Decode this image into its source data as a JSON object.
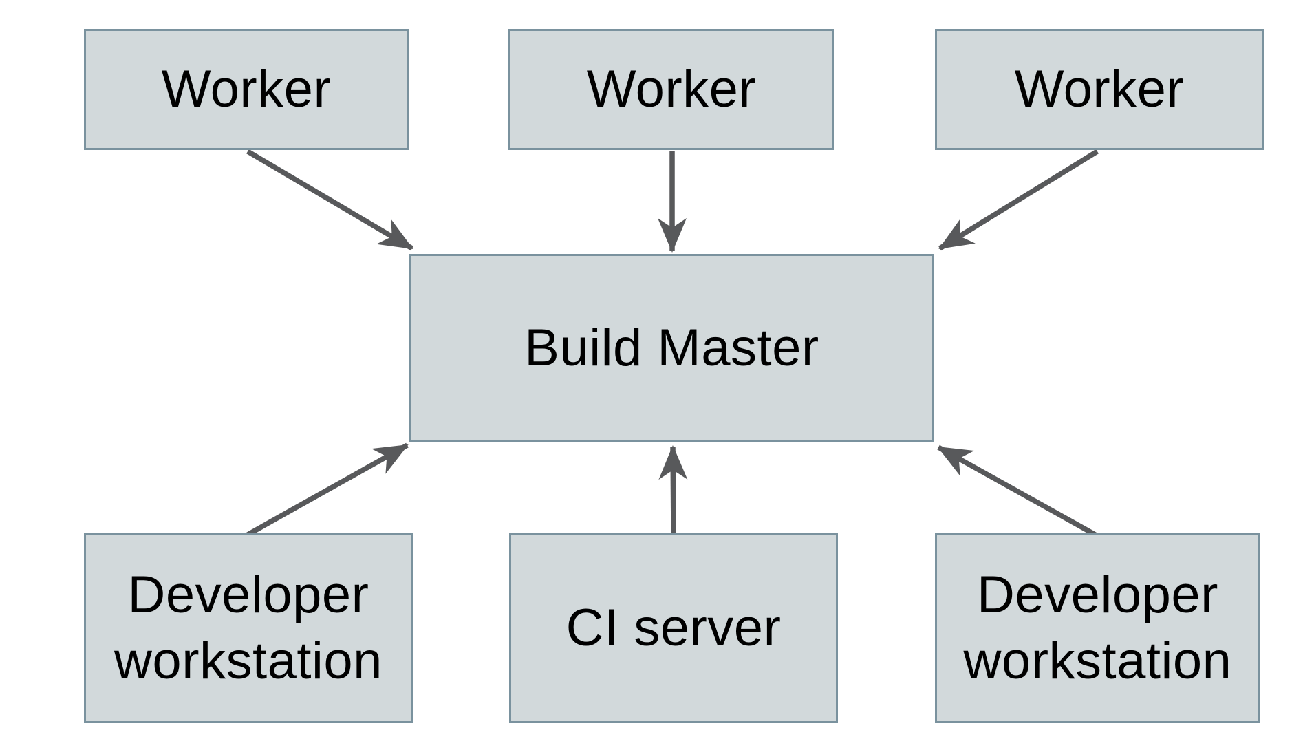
{
  "diagram": {
    "type": "architecture-diagram",
    "colors": {
      "node_fill": "#d2d9db",
      "node_border": "#7a929e",
      "arrow": "#58595b",
      "label_text": "#000000",
      "background": "#ffffff"
    },
    "nodes": [
      {
        "id": "worker-1",
        "label": "Worker"
      },
      {
        "id": "worker-2",
        "label": "Worker"
      },
      {
        "id": "worker-3",
        "label": "Worker"
      },
      {
        "id": "build-master",
        "label": "Build Master"
      },
      {
        "id": "developer-workstation-left",
        "label": "Developer workstation"
      },
      {
        "id": "ci-server",
        "label": "CI server"
      },
      {
        "id": "developer-workstation-right",
        "label": "Developer workstation"
      }
    ],
    "edges": [
      {
        "from": "worker-1",
        "to": "build-master"
      },
      {
        "from": "worker-2",
        "to": "build-master"
      },
      {
        "from": "worker-3",
        "to": "build-master"
      },
      {
        "from": "developer-workstation-left",
        "to": "build-master"
      },
      {
        "from": "ci-server",
        "to": "build-master"
      },
      {
        "from": "developer-workstation-right",
        "to": "build-master"
      }
    ]
  }
}
